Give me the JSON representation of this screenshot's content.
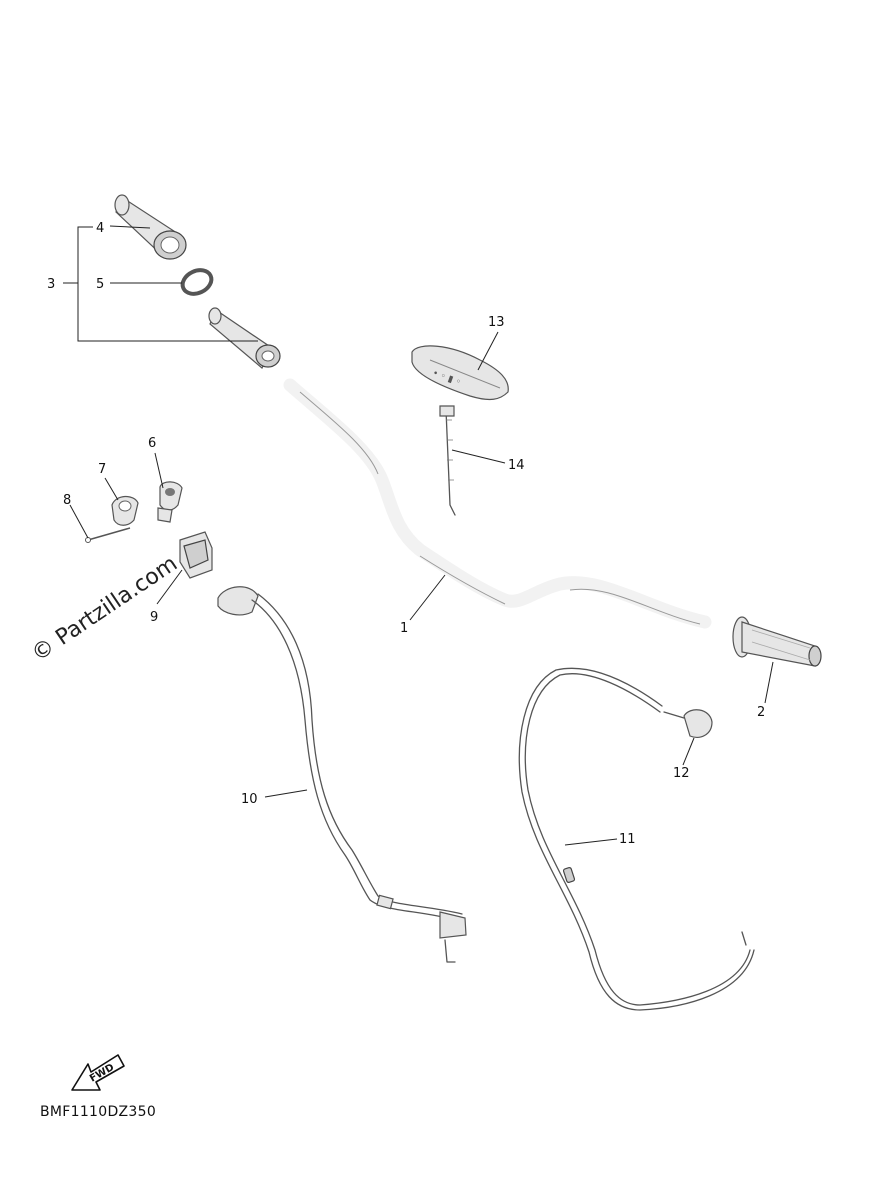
{
  "diagram": {
    "code": "BMF1110DZ350",
    "watermark": "© Partzilla.com",
    "fwd_label": "FWD",
    "callouts": [
      "1",
      "2",
      "3",
      "4",
      "5",
      "6",
      "7",
      "8",
      "9",
      "10",
      "11",
      "12",
      "13",
      "14"
    ]
  }
}
